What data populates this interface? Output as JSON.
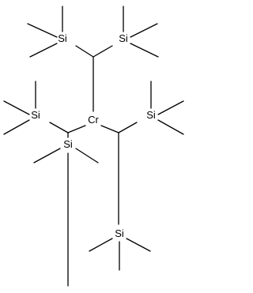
{
  "molecule": {
    "atom_labels": {
      "cr": "Cr",
      "si_top_left": "Si",
      "si_top_right": "Si",
      "si_mid_left": "Si",
      "si_mid_right": "Si",
      "si_lower_left": "Si",
      "si_bottom": "Si"
    }
  },
  "colors": {
    "bond": "#000000",
    "label": "#000000",
    "background": "#ffffff"
  }
}
